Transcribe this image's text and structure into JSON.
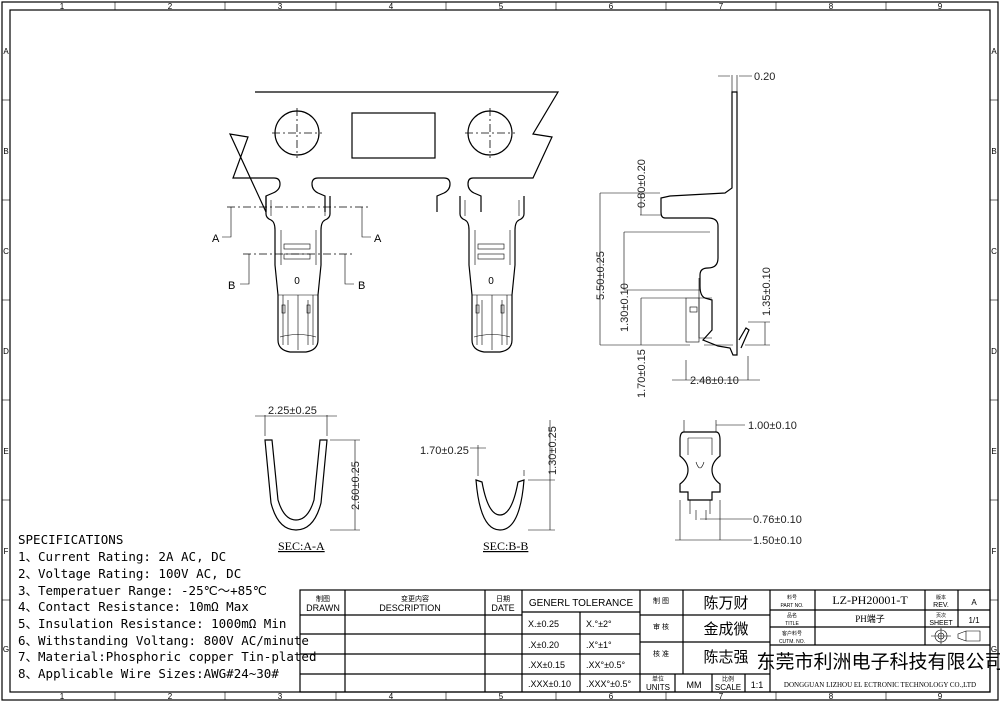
{
  "frame": {
    "columns": [
      "1",
      "2",
      "3",
      "4",
      "5",
      "6",
      "7",
      "8",
      "9"
    ],
    "rows": [
      "A",
      "B",
      "C",
      "D",
      "E",
      "F",
      "G"
    ]
  },
  "views": {
    "section_a_label": "A",
    "section_b_label": "B",
    "sec_aa": "SEC:A-A",
    "sec_bb": "SEC:B-B",
    "terminal_mark": "0"
  },
  "dimensions": {
    "thickness": "0.20",
    "d_080": "0.80±0.20",
    "d_550": "5.50±0.25",
    "d_130a": "1.30±0.10",
    "d_170": "1.70±0.15",
    "d_135": "1.35±0.10",
    "d_248": "2.48±0.10",
    "d_225": "2.25±0.25",
    "d_260": "2.60±0.25",
    "d_170b": "1.70±0.25",
    "d_130b": "1.30±0.25",
    "d_100": "1.00±0.10",
    "d_076": "0.76±0.10",
    "d_150": "1.50±0.10"
  },
  "specifications": {
    "title": "SPECIFICATIONS",
    "items": [
      "1、Current Rating: 2A AC, DC",
      "2、Voltage Rating: 100V AC, DC",
      "3、Temperatuer Range: -25℃～+85℃",
      "4、Contact Resistance: 10mΩ Max",
      "5、Insulation Resistance: 1000mΩ Min",
      "6、Withstanding Voltang: 800V AC/minute",
      "7、Material:Phosphoric copper Tin-plated",
      "8、Applicable Wire Sizes:AWG#24~30#"
    ]
  },
  "title_block": {
    "drawn_cn": "制图",
    "drawn_en": "DRAWN",
    "desc_cn": "变更内容",
    "desc_en": "DESCRIPTION",
    "date_cn": "日期",
    "date_en": "DATE",
    "tolerance_title": "GENERL TOLERANCE",
    "tolerances": [
      [
        "X.±0.25",
        "X.°±2°"
      ],
      [
        ".X±0.20",
        ".X°±1°"
      ],
      [
        ".XX±0.15",
        ".XX°±0.5°"
      ],
      [
        ".XXX±0.10",
        ".XXX°±0.5°"
      ]
    ],
    "roles": [
      {
        "label": "制 图",
        "name": "陈万财"
      },
      {
        "label": "审 核",
        "name": "金成微"
      },
      {
        "label": "核 准",
        "name": "陈志强"
      }
    ],
    "units_cn": "单位",
    "units_en": "UNITS",
    "units_value": "MM",
    "scale_cn": "比例",
    "scale_en": "SCALE",
    "scale_value": "1:1",
    "part_no_cn": "料号",
    "part_no_en": "PART NO.",
    "part_no": "LZ-PH20001-T",
    "title_cn": "品名",
    "title_en": "TITLE",
    "title_value": "PH端子",
    "custm_cn": "客户料号",
    "custm_en": "CUTM. NO.",
    "custm_value": "",
    "rev_cn": "版本",
    "rev_en": "REV.",
    "rev_value": "A",
    "sheet_cn": "页次",
    "sheet_en": "SHEET",
    "sheet_value": "1/1",
    "company_cn": "东莞市利洲电子科技有限公司",
    "company_en": "DONGGUAN LIZHOU EL ECTRONIC TECHNOLOGY CO.,LTD"
  }
}
